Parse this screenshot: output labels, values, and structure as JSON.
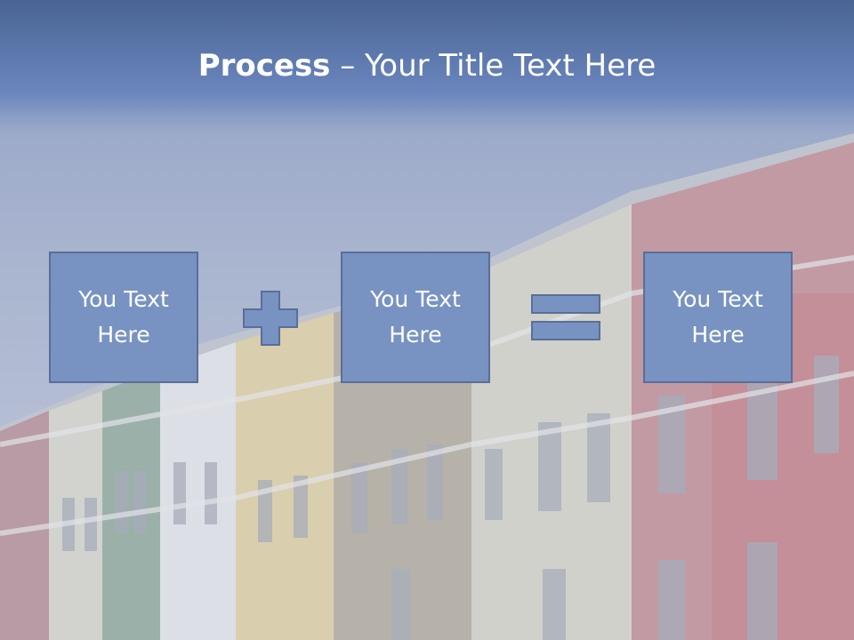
{
  "slide": {
    "title_bold": "Process",
    "title_rest": " – Your Title Text Here",
    "accent_color": "#7893c2",
    "border_color": "#5a6e98",
    "background_image": "terraced-houses-photo"
  },
  "process": {
    "boxes": [
      {
        "label": "You Text Here"
      },
      {
        "label": "You Text Here"
      },
      {
        "label": "You Text Here"
      }
    ],
    "operators": [
      "plus-icon",
      "equals-icon"
    ]
  }
}
